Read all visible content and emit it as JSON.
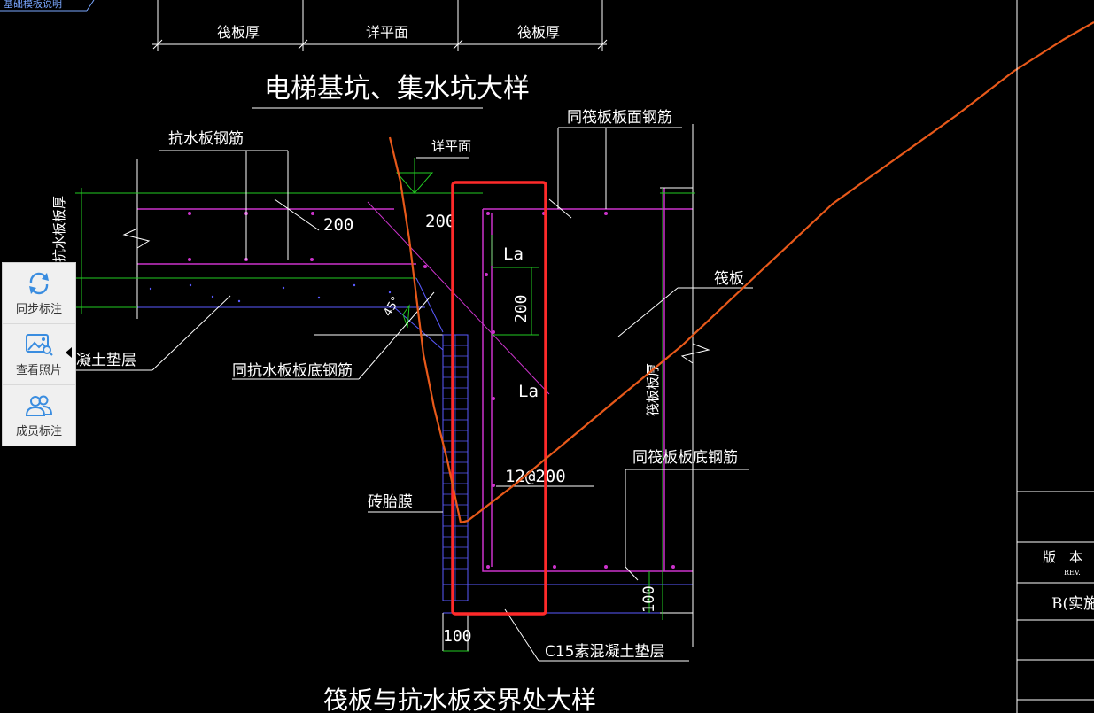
{
  "drawing": {
    "top_partial_label": "基础模板说明",
    "top_dims": [
      "筏板厚",
      "详平面",
      "筏板厚"
    ],
    "section_title": "电梯基坑、集水坑大样",
    "bottom_title": "筏板与抗水板交界处大样",
    "labels": {
      "kangshui_rebar": "抗水板钢筋",
      "xiang_pingmian": "详平面",
      "same_raft_top_rebar": "同筏板板面钢筋",
      "kangshui_thickness": "抗水板板厚",
      "raft": "筏板",
      "raft_thickness": "筏板板厚",
      "concrete_cushion": "凝土垫层",
      "same_kangshui_bottom_rebar": "同抗水板板底钢筋",
      "same_raft_bottom_rebar": "同筏板板底钢筋",
      "brick_mould": "砖胎膜",
      "c15_cushion": "C15素混凝土垫层",
      "angle": "45°",
      "rebar_spec": "12@200"
    },
    "dims": {
      "d200_a": "200",
      "d200_b": "200",
      "d200_v": "200",
      "la_1": "La",
      "la_2": "La",
      "d100_h": "100",
      "d100_v": "100"
    }
  },
  "side_panel": {
    "items": [
      {
        "label": "同步标注",
        "icon": "sync-icon"
      },
      {
        "label": "查看照片",
        "icon": "photo-icon"
      },
      {
        "label": "成员标注",
        "icon": "members-icon"
      }
    ]
  },
  "title_block": {
    "version_label": "版　本",
    "rev_label": "REV.",
    "version_value": "B(实施"
  },
  "colors": {
    "background": "#000000",
    "annotation_red": "#ff2a2a",
    "markup_orange": "#e8591a",
    "rebar_magenta": "#cc33cc",
    "dimension_green": "#22cc22",
    "line_white": "#ffffff",
    "cushion_blue": "#5a5aff"
  }
}
